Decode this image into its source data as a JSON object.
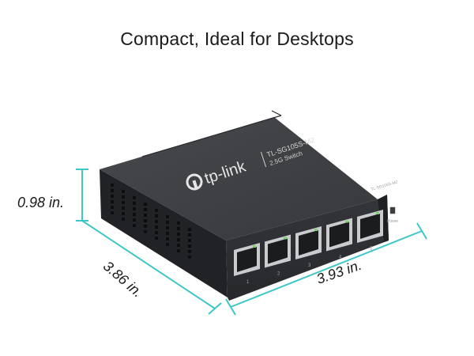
{
  "headline": "Compact, Ideal for Desktops",
  "dimensions": {
    "height": "0.98 in.",
    "depth": "3.86 in.",
    "width": "3.93 in."
  },
  "device": {
    "brand": "tp-link",
    "model": "TL-SG105S-M2",
    "description": "2.5G Switch",
    "front_model": "TL-SG105S-M2",
    "power_label": "Power",
    "port_numbers": [
      "1",
      "2",
      "3",
      "4",
      "5"
    ],
    "port_count": 5
  },
  "colors": {
    "dimension_line": "#3ec6c9",
    "chassis_top": "#3c3e42",
    "chassis_front": "#2e3034",
    "chassis_side": "#232528",
    "port_led": "#7ad26a"
  },
  "icons": {
    "logo": "tp-link-logo-icon"
  }
}
